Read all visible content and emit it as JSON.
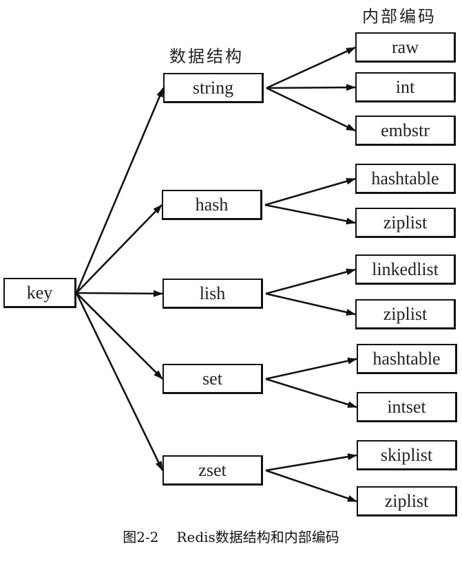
{
  "headers": {
    "data_structures": "数据结构",
    "internal_encodings": "内部编码"
  },
  "root": {
    "label": "key"
  },
  "structures": [
    {
      "id": "string",
      "label": "string",
      "encodings": [
        "raw",
        "int",
        "embstr"
      ]
    },
    {
      "id": "hash",
      "label": "hash",
      "encodings": [
        "hashtable",
        "ziplist"
      ]
    },
    {
      "id": "list",
      "label": "lish",
      "encodings": [
        "linkedlist",
        "ziplist"
      ]
    },
    {
      "id": "set",
      "label": "set",
      "encodings": [
        "hashtable",
        "intset"
      ]
    },
    {
      "id": "zset",
      "label": "zset",
      "encodings": [
        "skiplist",
        "ziplist"
      ]
    }
  ],
  "caption": {
    "number": "图2-2",
    "text": "Redis数据结构和内部编码"
  }
}
